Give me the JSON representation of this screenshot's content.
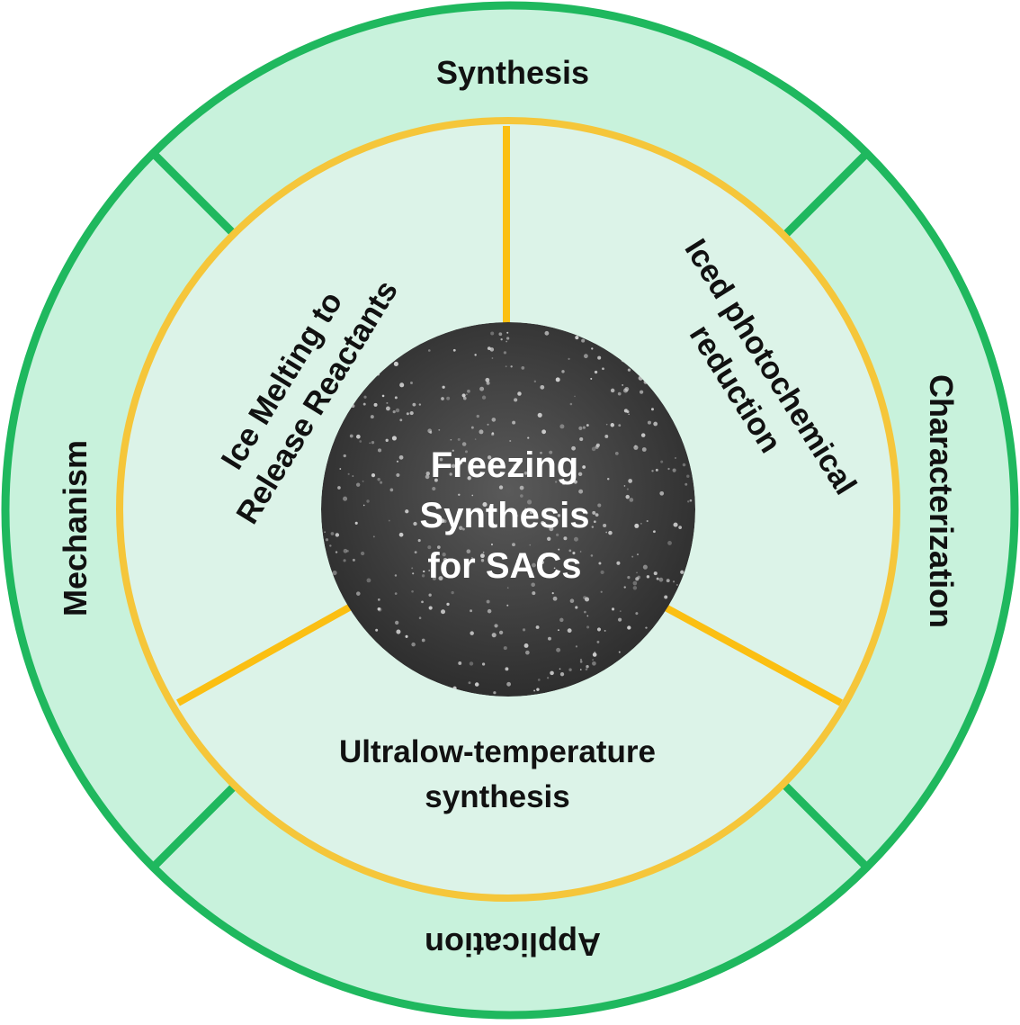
{
  "title": "Freezing Synthesis for SACs",
  "center": {
    "lines": [
      "Freezing",
      "Synthesis",
      "for SACs"
    ]
  },
  "outer_ring": {
    "top": "Synthesis",
    "right": "Characterization",
    "bottom": "Application",
    "left": "Mechanism"
  },
  "inner_sections": {
    "left": [
      "Ice Melting to",
      "Release Reactants"
    ],
    "right": [
      "Iced photochemical",
      "reduction"
    ],
    "bottom": [
      "Ultralow-temperature",
      "synthesis"
    ]
  },
  "colors": {
    "green": "#1fb85e",
    "ring_fill": "#c8f2dc",
    "inner_fill": "#dcf3e8",
    "yellow": "#f5c63a",
    "divider_yellow": "#fbbf12"
  }
}
